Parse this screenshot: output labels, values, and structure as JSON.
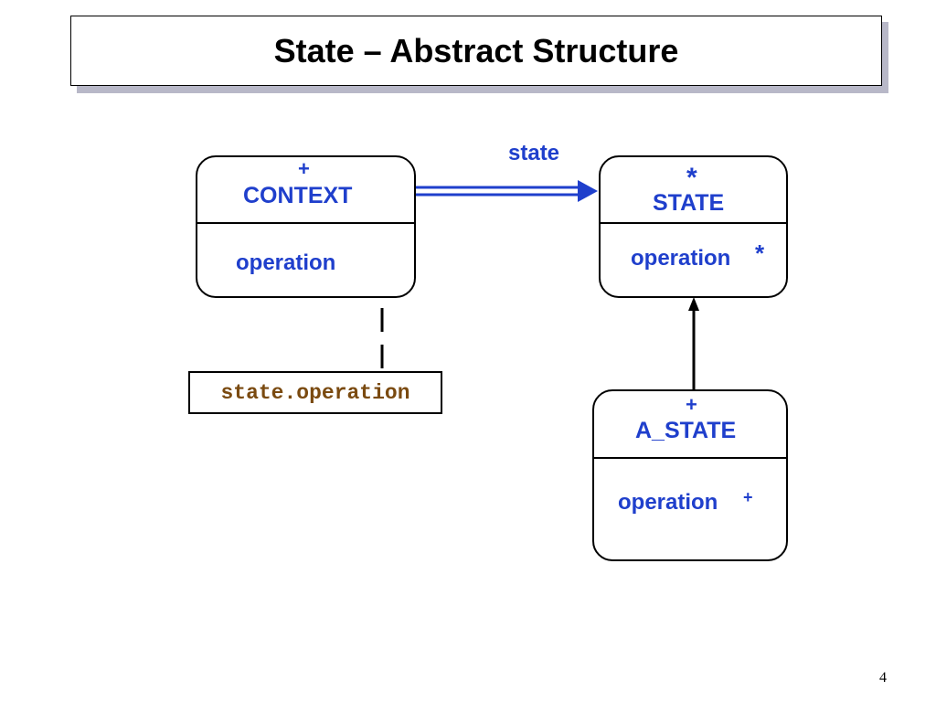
{
  "slide": {
    "title": "State – Abstract Structure",
    "page_number": "4"
  },
  "classes": {
    "context": {
      "marker": "+",
      "name": "CONTEXT",
      "operation": "operation"
    },
    "state": {
      "marker": "*",
      "name": "STATE",
      "operation": "operation",
      "operation_marker": "*"
    },
    "a_state": {
      "marker": "+",
      "name": "A_STATE",
      "operation": "operation",
      "operation_marker": "+"
    }
  },
  "association": {
    "label": "state"
  },
  "note": {
    "text": "state.operation"
  },
  "colors": {
    "label": "#1f3fcc",
    "note_text": "#7a4a10",
    "arrow": "#1f3fcc",
    "title_shadow": "#b8b8c8"
  }
}
